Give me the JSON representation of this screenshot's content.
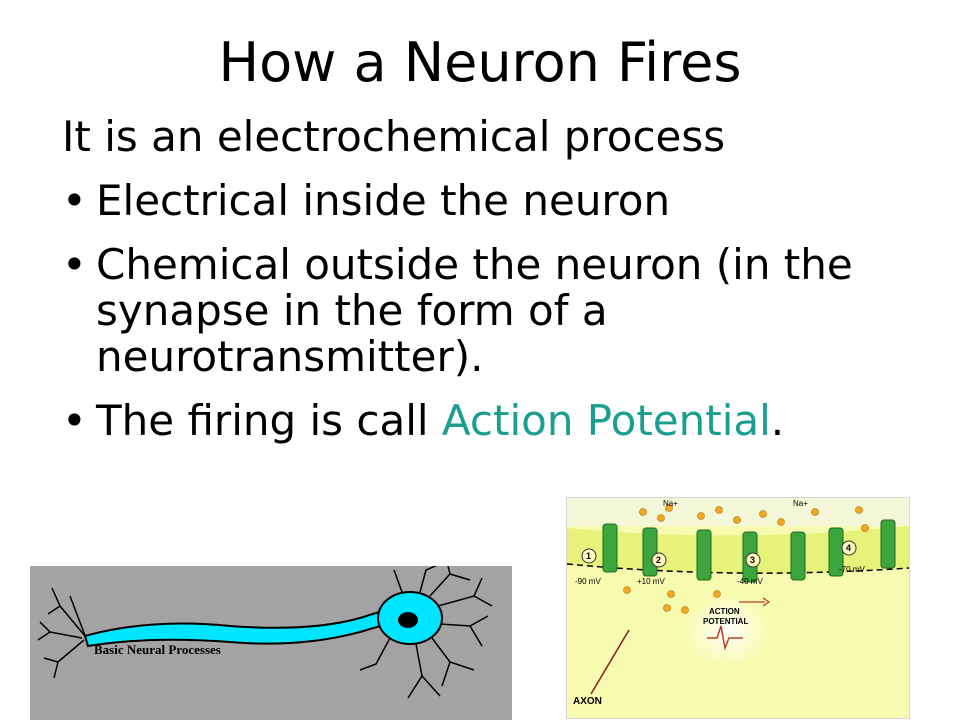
{
  "slide": {
    "title": "How a Neuron Fires",
    "subtitle": "It is an electrochemical process",
    "bullets": [
      {
        "text": "Electrical inside the neuron"
      },
      {
        "text": "Chemical outside the neuron (in the synapse in the form of a neurotransmitter)."
      },
      {
        "pre": "The firing is call ",
        "highlight": "Action Potential",
        "post": "."
      }
    ],
    "bullet_glyph": "•",
    "highlight_color": "#1a9e8f"
  },
  "figure_left": {
    "caption": "Basic Neural Processes",
    "cell_color": "#00e5ff",
    "background": "#a3a3a3"
  },
  "figure_right": {
    "ion_label_1": "Na+",
    "ion_label_2": "Na+",
    "steps": [
      "1",
      "2",
      "3",
      "4"
    ],
    "voltages": [
      "-90 mV",
      "+10 mV",
      "-40 mV",
      "-70 mV"
    ],
    "action_label_1": "ACTION",
    "action_label_2": "POTENTIAL",
    "axon_label": "AXON"
  }
}
